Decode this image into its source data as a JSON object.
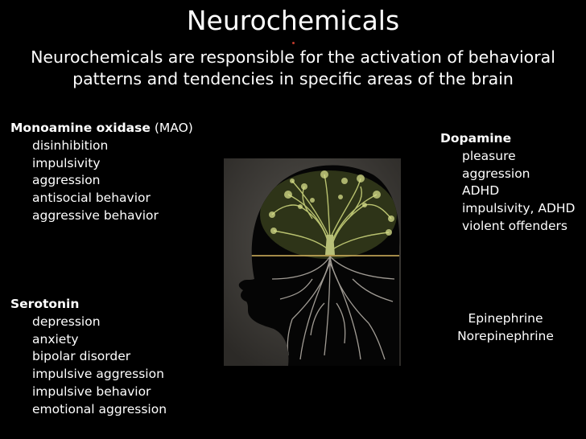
{
  "title": "Neurochemicals",
  "subtitle_line1": "Neurochemicals are responsible for the activation of behavioral",
  "subtitle_line2": "patterns and tendencies in specific areas of the brain",
  "mao": {
    "name": "Monoamine oxidase",
    "abbr": " (MAO)",
    "items": [
      "disinhibition",
      "impulsivity",
      "aggression",
      "antisocial behavior",
      "aggressive behavior"
    ]
  },
  "serotonin": {
    "name": "Serotonin",
    "items": [
      "depression",
      "anxiety",
      "bipolar disorder",
      "impulsive aggression",
      "impulsive behavior",
      "emotional aggression"
    ]
  },
  "dopamine": {
    "name": "Dopamine",
    "items": [
      "pleasure",
      "aggression",
      "ADHD",
      "impulsivity, ADHD",
      "violent offenders"
    ]
  },
  "other": [
    "Epinephrine",
    "Norepinephrine"
  ],
  "image": {
    "icon": "head-tree-brain-image"
  },
  "colors": {
    "background": "#000000",
    "text": "#ffffff",
    "foliage": "#c9d27a",
    "roots": "#bdb7ae"
  }
}
